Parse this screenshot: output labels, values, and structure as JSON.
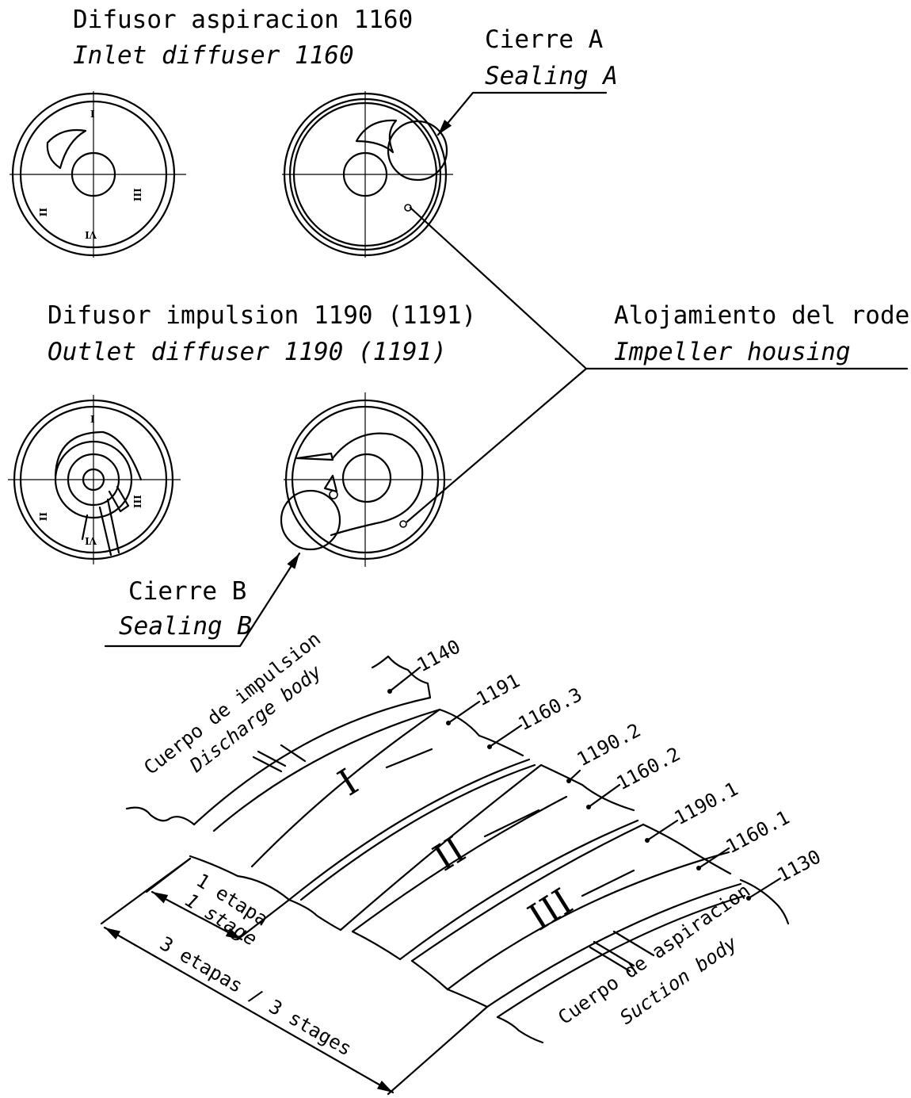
{
  "labels": {
    "inlet_es": "Difusor aspiracion 1160",
    "inlet_en": "Inlet diffuser 1160",
    "sealing_a_es": "Cierre A",
    "sealing_a_en": "Sealing A",
    "outlet_es": "Difusor impulsion 1190 (1191)",
    "outlet_en": "Outlet diffuser 1190 (1191)",
    "impeller_es": "Alojamiento del rodete",
    "impeller_en": "Impeller housing",
    "sealing_b_es": "Cierre B",
    "sealing_b_en": "Sealing B",
    "discharge_es": "Cuerpo de impulsion",
    "discharge_en": "Discharge body",
    "suction_es": "Cuerpo de aspiracion",
    "suction_en": "Suction body",
    "stage1_es": "1 etapa",
    "stage1_en": "1 stage",
    "stages3": "3 etapas / 3 stages"
  },
  "part_numbers": [
    "1140",
    "1191",
    "1160.3",
    "1190.2",
    "1160.2",
    "1190.1",
    "1160.1",
    "1130"
  ],
  "roman_marks": [
    "I",
    "II",
    "III",
    "VI"
  ],
  "stage_marks": [
    "I",
    "II",
    "III"
  ]
}
